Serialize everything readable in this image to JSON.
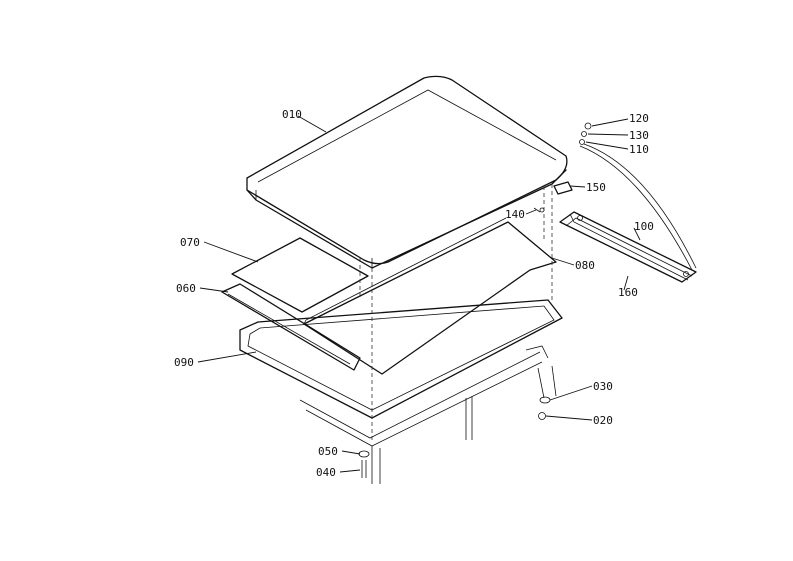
{
  "parts": [
    {
      "id": "p010",
      "label": "010"
    },
    {
      "id": "p070",
      "label": "070"
    },
    {
      "id": "p060",
      "label": "060"
    },
    {
      "id": "p090",
      "label": "090"
    },
    {
      "id": "p080",
      "label": "080"
    },
    {
      "id": "p140",
      "label": "140"
    },
    {
      "id": "p150",
      "label": "150"
    },
    {
      "id": "p120",
      "label": "120"
    },
    {
      "id": "p130",
      "label": "130"
    },
    {
      "id": "p110",
      "label": "110"
    },
    {
      "id": "p100",
      "label": "100"
    },
    {
      "id": "p160",
      "label": "160"
    },
    {
      "id": "p030",
      "label": "030"
    },
    {
      "id": "p020",
      "label": "020"
    },
    {
      "id": "p050",
      "label": "050"
    },
    {
      "id": "p040",
      "label": "040"
    }
  ],
  "colors": {
    "ink": "#111111",
    "paper": "#ffffff"
  }
}
